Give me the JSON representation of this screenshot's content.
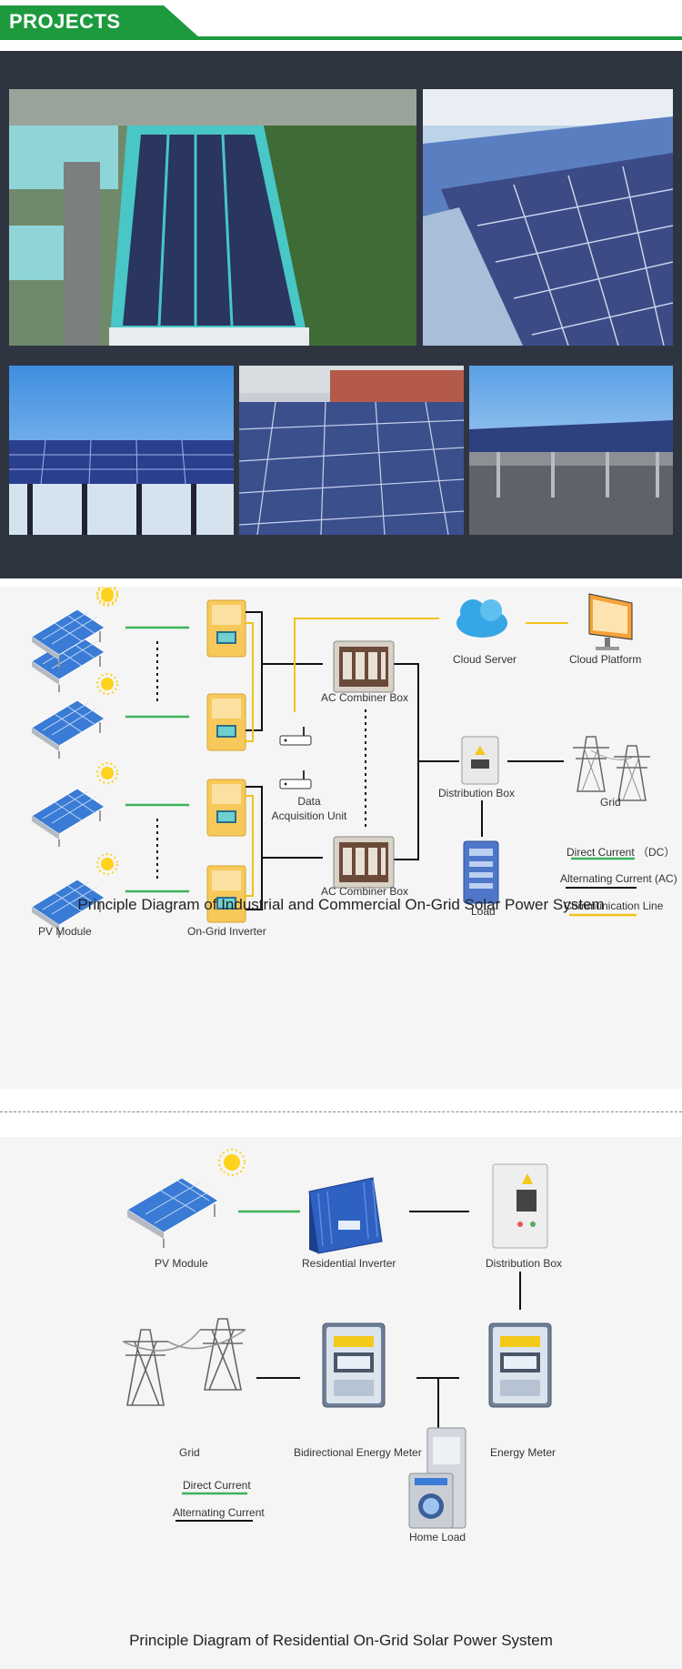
{
  "header": {
    "title": "PROJECTS"
  },
  "photos": [
    "aerial-rooftop-solar",
    "metal-roof-solar",
    "elevated-solar-array",
    "flat-roof-solar",
    "carport-solar"
  ],
  "industrial": {
    "labels": {
      "cloud_server": "Cloud Server",
      "cloud_platform": "Cloud Platform",
      "ac_combiner_top": "AC Combiner Box",
      "ac_combiner_bottom": "AC Combiner Box",
      "distribution_box": "Distribution Box",
      "grid": "Grid",
      "data_acquisition": "Data Acquisition Unit",
      "load": "Load",
      "pv_module": "PV Module",
      "on_grid_inverter": "On-Grid Inverter"
    },
    "legend": {
      "dc": "Direct Current （DC）",
      "ac": "Alternating Current (AC)",
      "comm": "Communication Line"
    },
    "caption": "Principle Diagram of Industrial and Commercial On-Grid Solar Power System"
  },
  "residential": {
    "labels": {
      "pv_module": "PV Module",
      "inverter": "Residential Inverter",
      "distribution_box": "Distribution Box",
      "grid": "Grid",
      "bidirectional_meter": "Bidirectional Energy Meter",
      "energy_meter": "Energy Meter",
      "home_load": "Home Load"
    },
    "legend": {
      "dc": "Direct Current",
      "ac": "Alternating Current"
    },
    "caption": "Principle Diagram of Residential On-Grid Solar Power System"
  },
  "colors": {
    "brand_green": "#1d9a3e",
    "dc_line": "#3cb35a",
    "comm_line": "#f0c419",
    "ac_line": "#111111"
  }
}
